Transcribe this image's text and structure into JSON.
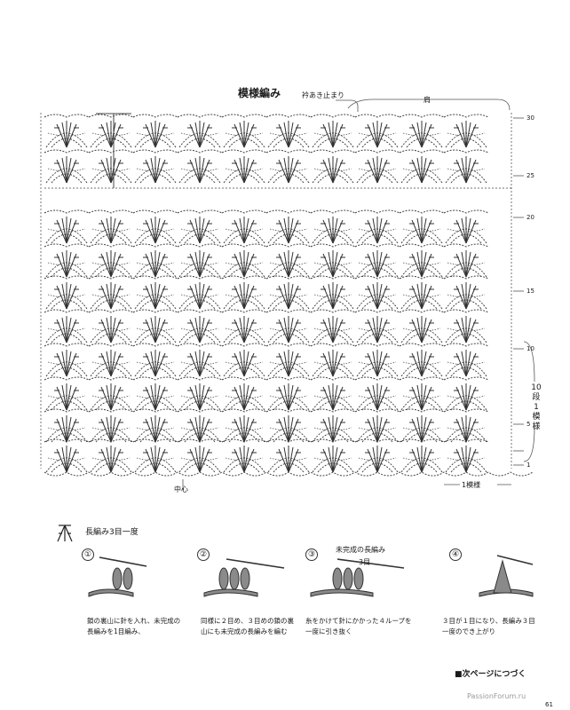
{
  "title": "模様編み",
  "labels": {
    "collar": "衿あき止まり",
    "shoulder": "肩",
    "center": "中心",
    "repeat_h": "1模様",
    "repeat_v": "10段1模様"
  },
  "row_numbers": [
    "30",
    "25",
    "20",
    "15",
    "10",
    "5",
    "1"
  ],
  "technique": {
    "title": "長編み3目一度",
    "steps": [
      {
        "num": "①",
        "caption": "鎖の裏山に針を入れ、未完成の長編みを1目編み、"
      },
      {
        "num": "②",
        "caption": "同様に２目め、３目めの鎖の裏山にも未完成の長編みを編む"
      },
      {
        "num": "③",
        "caption": "糸をかけて針にかかった４ループを一度に引き抜く",
        "note": "未完成の長編み",
        "note2": "3目"
      },
      {
        "num": "④",
        "caption": "３目が１目になり、長編み３目一度のでき上がり"
      }
    ]
  },
  "footer": "■次ページにつづく",
  "page_number": "61",
  "watermark": "PassionForum.ru"
}
